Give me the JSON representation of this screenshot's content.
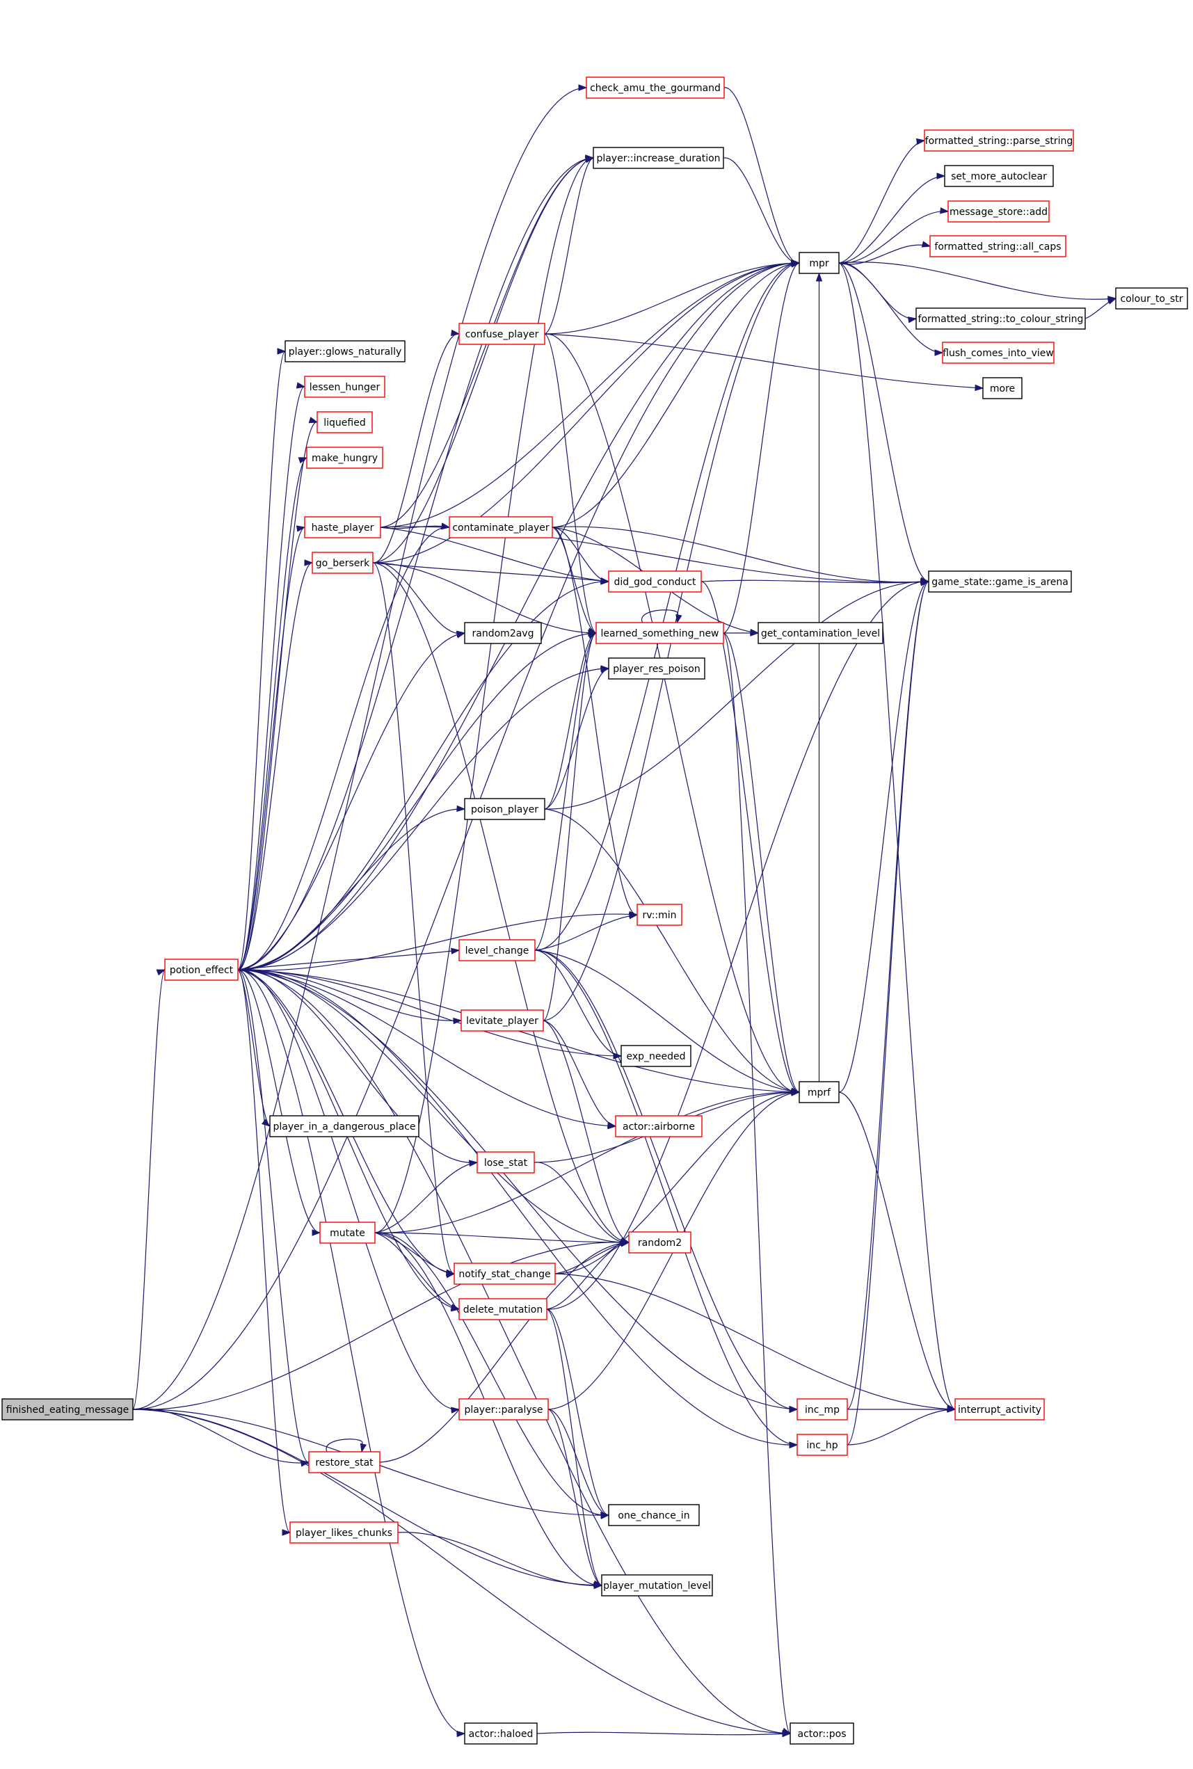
{
  "nodes": [
    {
      "id": "finished_eating_message",
      "label": "finished_eating_message",
      "style": "root"
    },
    {
      "id": "potion_effect",
      "label": "potion_effect",
      "style": "red"
    },
    {
      "id": "check_amu",
      "label": "check_amu_the_gourmand",
      "style": "red"
    },
    {
      "id": "increase_duration",
      "label": "player::increase_duration",
      "style": "black"
    },
    {
      "id": "glows",
      "label": "player::glows_naturally",
      "style": "black"
    },
    {
      "id": "lessen_hunger",
      "label": "lessen_hunger",
      "style": "red"
    },
    {
      "id": "liquefied",
      "label": "liquefied",
      "style": "red"
    },
    {
      "id": "make_hungry",
      "label": "make_hungry",
      "style": "red"
    },
    {
      "id": "haste_player",
      "label": "haste_player",
      "style": "red"
    },
    {
      "id": "go_berserk",
      "label": "go_berserk",
      "style": "red"
    },
    {
      "id": "confuse_player",
      "label": "confuse_player",
      "style": "red"
    },
    {
      "id": "contaminate_player",
      "label": "contaminate_player",
      "style": "red"
    },
    {
      "id": "did_god_conduct",
      "label": "did_god_conduct",
      "style": "red"
    },
    {
      "id": "random2avg",
      "label": "random2avg",
      "style": "black"
    },
    {
      "id": "learned",
      "label": "learned_something_new",
      "style": "red"
    },
    {
      "id": "player_res_poison",
      "label": "player_res_poison",
      "style": "black"
    },
    {
      "id": "poison_player",
      "label": "poison_player",
      "style": "black"
    },
    {
      "id": "rv_min",
      "label": "rv::min",
      "style": "red"
    },
    {
      "id": "level_change",
      "label": "level_change",
      "style": "red"
    },
    {
      "id": "levitate_player",
      "label": "levitate_player",
      "style": "red"
    },
    {
      "id": "exp_needed",
      "label": "exp_needed",
      "style": "black"
    },
    {
      "id": "actor_airborne",
      "label": "actor::airborne",
      "style": "red"
    },
    {
      "id": "dangerous_place",
      "label": "player_in_a_dangerous_place",
      "style": "black"
    },
    {
      "id": "lose_stat",
      "label": "lose_stat",
      "style": "red"
    },
    {
      "id": "random2",
      "label": "random2",
      "style": "red"
    },
    {
      "id": "mutate",
      "label": "mutate",
      "style": "red"
    },
    {
      "id": "notify_stat_change",
      "label": "notify_stat_change",
      "style": "red"
    },
    {
      "id": "delete_mutation",
      "label": "delete_mutation",
      "style": "red"
    },
    {
      "id": "paralyse",
      "label": "player::paralyse",
      "style": "red"
    },
    {
      "id": "restore_stat",
      "label": "restore_stat",
      "style": "red"
    },
    {
      "id": "likes_chunks",
      "label": "player_likes_chunks",
      "style": "red"
    },
    {
      "id": "one_chance_in",
      "label": "one_chance_in",
      "style": "black"
    },
    {
      "id": "mutation_level",
      "label": "player_mutation_level",
      "style": "black"
    },
    {
      "id": "actor_haloed",
      "label": "actor::haloed",
      "style": "black"
    },
    {
      "id": "actor_pos",
      "label": "actor::pos",
      "style": "black"
    },
    {
      "id": "mpr",
      "label": "mpr",
      "style": "black"
    },
    {
      "id": "mprf",
      "label": "mprf",
      "style": "black"
    },
    {
      "id": "get_contamination_level",
      "label": "get_contamination_level",
      "style": "black"
    },
    {
      "id": "game_is_arena",
      "label": "game_state::game_is_arena",
      "style": "black"
    },
    {
      "id": "inc_mp",
      "label": "inc_mp",
      "style": "red"
    },
    {
      "id": "inc_hp",
      "label": "inc_hp",
      "style": "red"
    },
    {
      "id": "interrupt_activity",
      "label": "interrupt_activity",
      "style": "red"
    },
    {
      "id": "parse_string",
      "label": "formatted_string::parse_string",
      "style": "red"
    },
    {
      "id": "set_more_autoclear",
      "label": "set_more_autoclear",
      "style": "black"
    },
    {
      "id": "message_store_add",
      "label": "message_store::add",
      "style": "red"
    },
    {
      "id": "all_caps",
      "label": "formatted_string::all_caps",
      "style": "red"
    },
    {
      "id": "to_colour_string",
      "label": "formatted_string::to_colour_string",
      "style": "black"
    },
    {
      "id": "colour_to_str",
      "label": "colour_to_str",
      "style": "black"
    },
    {
      "id": "flush_comes",
      "label": "flush_comes_into_view",
      "style": "red"
    },
    {
      "id": "more",
      "label": "more",
      "style": "black"
    }
  ],
  "edges": [
    [
      "finished_eating_message",
      "potion_effect"
    ],
    [
      "finished_eating_message",
      "check_amu"
    ],
    [
      "finished_eating_message",
      "mpr"
    ],
    [
      "finished_eating_message",
      "random2"
    ],
    [
      "finished_eating_message",
      "restore_stat"
    ],
    [
      "finished_eating_message",
      "one_chance_in"
    ],
    [
      "finished_eating_message",
      "mutation_level"
    ],
    [
      "finished_eating_message",
      "actor_pos"
    ],
    [
      "potion_effect",
      "increase_duration"
    ],
    [
      "potion_effect",
      "glows"
    ],
    [
      "potion_effect",
      "lessen_hunger"
    ],
    [
      "potion_effect",
      "liquefied"
    ],
    [
      "potion_effect",
      "make_hungry"
    ],
    [
      "potion_effect",
      "haste_player"
    ],
    [
      "potion_effect",
      "go_berserk"
    ],
    [
      "potion_effect",
      "mpr"
    ],
    [
      "potion_effect",
      "contaminate_player"
    ],
    [
      "potion_effect",
      "random2avg"
    ],
    [
      "potion_effect",
      "learned"
    ],
    [
      "potion_effect",
      "player_res_poison"
    ],
    [
      "potion_effect",
      "poison_player"
    ],
    [
      "potion_effect",
      "rv_min"
    ],
    [
      "potion_effect",
      "level_change"
    ],
    [
      "potion_effect",
      "levitate_player"
    ],
    [
      "potion_effect",
      "exp_needed"
    ],
    [
      "potion_effect",
      "actor_airborne"
    ],
    [
      "potion_effect",
      "dangerous_place"
    ],
    [
      "potion_effect",
      "lose_stat"
    ],
    [
      "potion_effect",
      "random2"
    ],
    [
      "potion_effect",
      "mutate"
    ],
    [
      "potion_effect",
      "notify_stat_change"
    ],
    [
      "potion_effect",
      "delete_mutation"
    ],
    [
      "potion_effect",
      "paralyse"
    ],
    [
      "potion_effect",
      "restore_stat"
    ],
    [
      "potion_effect",
      "likes_chunks"
    ],
    [
      "potion_effect",
      "mprf"
    ],
    [
      "potion_effect",
      "inc_mp"
    ],
    [
      "potion_effect",
      "inc_hp"
    ],
    [
      "potion_effect",
      "actor_haloed"
    ],
    [
      "potion_effect",
      "actor_pos"
    ],
    [
      "potion_effect",
      "did_god_conduct"
    ],
    [
      "check_amu",
      "mpr"
    ],
    [
      "increase_duration",
      "mpr"
    ],
    [
      "haste_player",
      "increase_duration"
    ],
    [
      "haste_player",
      "mpr"
    ],
    [
      "haste_player",
      "contaminate_player"
    ],
    [
      "haste_player",
      "did_god_conduct"
    ],
    [
      "haste_player",
      "game_is_arena"
    ],
    [
      "go_berserk",
      "increase_duration"
    ],
    [
      "go_berserk",
      "mpr"
    ],
    [
      "go_berserk",
      "confuse_player"
    ],
    [
      "go_berserk",
      "did_god_conduct"
    ],
    [
      "go_berserk",
      "random2avg"
    ],
    [
      "go_berserk",
      "notify_stat_change"
    ],
    [
      "go_berserk",
      "learned"
    ],
    [
      "go_berserk",
      "random2"
    ],
    [
      "confuse_player",
      "increase_duration"
    ],
    [
      "confuse_player",
      "mpr"
    ],
    [
      "confuse_player",
      "learned"
    ],
    [
      "confuse_player",
      "more"
    ],
    [
      "confuse_player",
      "mprf"
    ],
    [
      "contaminate_player",
      "mpr"
    ],
    [
      "contaminate_player",
      "did_god_conduct"
    ],
    [
      "contaminate_player",
      "learned"
    ],
    [
      "contaminate_player",
      "get_contamination_level"
    ],
    [
      "contaminate_player",
      "game_is_arena"
    ],
    [
      "contaminate_player",
      "rv_min"
    ],
    [
      "did_god_conduct",
      "game_is_arena"
    ],
    [
      "did_god_conduct",
      "mprf"
    ],
    [
      "learned",
      "learned"
    ],
    [
      "learned",
      "mpr"
    ],
    [
      "learned",
      "get_contamination_level"
    ],
    [
      "learned",
      "mprf"
    ],
    [
      "learned",
      "actor_pos"
    ],
    [
      "poison_player",
      "player_res_poison"
    ],
    [
      "poison_player",
      "learned"
    ],
    [
      "poison_player",
      "game_is_arena"
    ],
    [
      "poison_player",
      "mprf"
    ],
    [
      "level_change",
      "rv_min"
    ],
    [
      "level_change",
      "exp_needed"
    ],
    [
      "level_change",
      "mpr"
    ],
    [
      "level_change",
      "mprf"
    ],
    [
      "level_change",
      "learned"
    ],
    [
      "level_change",
      "inc_mp"
    ],
    [
      "level_change",
      "inc_hp"
    ],
    [
      "levitate_player",
      "mpr"
    ],
    [
      "levitate_player",
      "learned"
    ],
    [
      "levitate_player",
      "actor_airborne"
    ],
    [
      "levitate_player",
      "random2"
    ],
    [
      "lose_stat",
      "random2"
    ],
    [
      "lose_stat",
      "mprf"
    ],
    [
      "mutate",
      "lose_stat"
    ],
    [
      "mutate",
      "random2"
    ],
    [
      "mutate",
      "notify_stat_change"
    ],
    [
      "mutate",
      "delete_mutation"
    ],
    [
      "mutate",
      "one_chance_in"
    ],
    [
      "mutate",
      "mutation_level"
    ],
    [
      "mutate",
      "increase_duration"
    ],
    [
      "mutate",
      "mprf"
    ],
    [
      "notify_stat_change",
      "random2"
    ],
    [
      "notify_stat_change",
      "mprf"
    ],
    [
      "notify_stat_change",
      "interrupt_activity"
    ],
    [
      "delete_mutation",
      "random2"
    ],
    [
      "delete_mutation",
      "one_chance_in"
    ],
    [
      "delete_mutation",
      "mutation_level"
    ],
    [
      "delete_mutation",
      "game_is_arena"
    ],
    [
      "paralyse",
      "mprf"
    ],
    [
      "paralyse",
      "one_chance_in"
    ],
    [
      "paralyse",
      "mutation_level"
    ],
    [
      "restore_stat",
      "restore_stat"
    ],
    [
      "restore_stat",
      "random2"
    ],
    [
      "likes_chunks",
      "mutation_level"
    ],
    [
      "actor_haloed",
      "actor_pos"
    ],
    [
      "mpr",
      "parse_string"
    ],
    [
      "mpr",
      "set_more_autoclear"
    ],
    [
      "mpr",
      "message_store_add"
    ],
    [
      "mpr",
      "all_caps"
    ],
    [
      "mpr",
      "colour_to_str"
    ],
    [
      "mpr",
      "to_colour_string"
    ],
    [
      "mpr",
      "flush_comes"
    ],
    [
      "mpr",
      "game_is_arena"
    ],
    [
      "mpr",
      "interrupt_activity"
    ],
    [
      "mprf",
      "mpr"
    ],
    [
      "mprf",
      "game_is_arena"
    ],
    [
      "mprf",
      "interrupt_activity"
    ],
    [
      "to_colour_string",
      "colour_to_str"
    ],
    [
      "inc_mp",
      "game_is_arena"
    ],
    [
      "inc_mp",
      "interrupt_activity"
    ],
    [
      "inc_hp",
      "game_is_arena"
    ],
    [
      "inc_hp",
      "interrupt_activity"
    ]
  ]
}
